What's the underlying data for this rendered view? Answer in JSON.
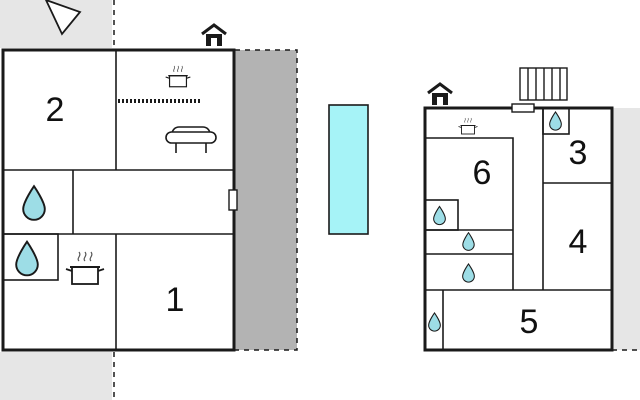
{
  "colors": {
    "wall": "#1a1a1a",
    "outdoor_gray": "#e6e6e6",
    "covered_area": "#b3b3b3",
    "pool_fill": "#a6f3f7",
    "water_drop": "#9ddde6",
    "background": "#ffffff"
  },
  "left_house": {
    "rooms": [
      {
        "id": "room-2",
        "label": "2"
      },
      {
        "id": "room-1",
        "label": "1"
      }
    ],
    "icons": [
      "compass-arrow-icon",
      "entrance-house-icon",
      "pot-icon",
      "sofa-icon",
      "water-drop-icon",
      "water-drop-icon",
      "pot-icon"
    ]
  },
  "right_house": {
    "rooms": [
      {
        "id": "room-6",
        "label": "6"
      },
      {
        "id": "room-3",
        "label": "3"
      },
      {
        "id": "room-4",
        "label": "4"
      },
      {
        "id": "room-5",
        "label": "5"
      }
    ],
    "icons": [
      "entrance-house-icon",
      "radiator-icon",
      "pot-icon",
      "water-drop-icon",
      "water-drop-icon",
      "water-drop-icon",
      "water-drop-icon",
      "water-drop-icon"
    ]
  },
  "pool": {
    "icon": "pool-icon"
  }
}
